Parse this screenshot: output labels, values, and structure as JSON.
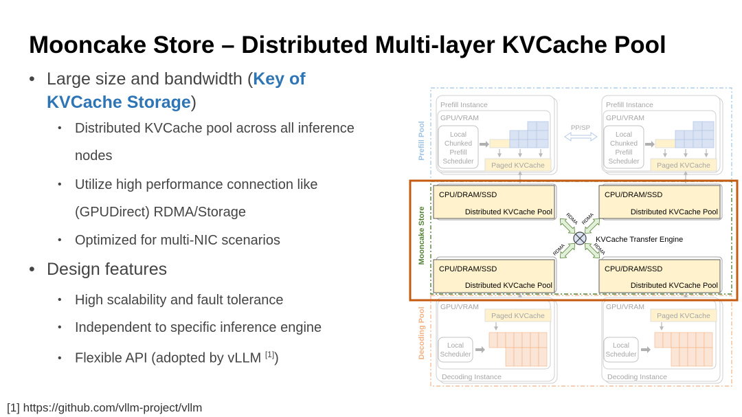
{
  "slide": {
    "title": "Mooncake Store – Distributed Multi-layer KVCache Pool",
    "bullet1": {
      "pre": "Large size and bandwidth (",
      "highlight_a": "Key of",
      "highlight_b": "KVCache Storage",
      "post": ")"
    },
    "sub1": [
      "Distributed KVCache pool across all inference",
      "nodes"
    ],
    "sub2": [
      "Utilize high performance connection like",
      "(GPUDirect) RDMA/Storage"
    ],
    "sub3": "Optimized for multi-NIC scenarios",
    "bullet2": "Design features",
    "sub4": "High scalability and fault tolerance",
    "sub5": "Independent to specific inference engine",
    "sub6": {
      "text": "Flexible API (adopted by vLLM ",
      "ref": "[1]",
      "close": ")"
    },
    "footnote": "[1] https://github.com/vllm-project/vllm",
    "bullet_glyph": "•"
  },
  "diagram": {
    "prefill_pool": "Prefill Pool",
    "mooncake_store": "Mooncake Store",
    "decoding_pool": "Decoding Pool",
    "prefill_instance": "Prefill Instance",
    "decoding_instance": "Decoding Instance",
    "gpu_vram": "GPU/VRAM",
    "local_chunked_prefill_scheduler": [
      "Local",
      "Chunked",
      "Prefill",
      "Scheduler"
    ],
    "local_scheduler": [
      "Local",
      "Scheduler"
    ],
    "paged_kvcache": "Paged KVCache",
    "pp_sp": "PP/SP",
    "cpu_dram_ssd": "CPU/DRAM/SSD",
    "distributed_kvcache_pool": "Distributed KVCache Pool",
    "rdma": "RDMA",
    "transfer_engine": "KVCache Transfer Engine"
  },
  "colors": {
    "accent_blue": "#2e75b6",
    "highlight_frame": "#c55a11",
    "store_green": "#548235",
    "pool_yellow": "#fff2cc",
    "kv_blue": "#dae3f3",
    "kv_orange": "#fbe5d6"
  }
}
